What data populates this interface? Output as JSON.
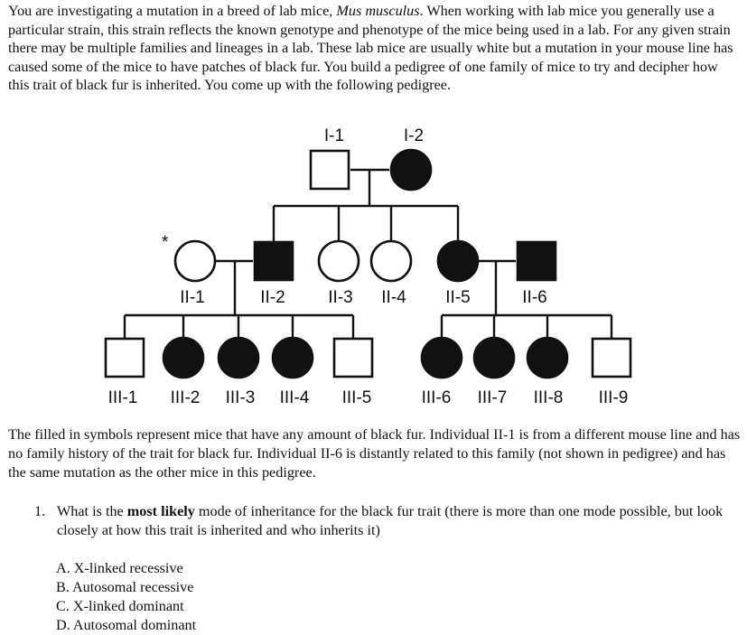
{
  "intro": {
    "part1": "You are investigating a mutation in a breed of lab mice, ",
    "species": "Mus musculus",
    "part2": ". When working with lab mice you generally use a particular strain, this strain reflects the known genotype and phenotype of the mice being used in a lab. For any given strain there may be multiple families and lineages in a lab. These lab mice are usually white but a mutation in your mouse line has caused some of the mice to have patches of black fur. You build a pedigree of one family of mice to try and decipher how this trait of black fur is inherited. You come up with the following pedigree."
  },
  "pedigree": {
    "star": "*",
    "individuals": [
      {
        "id": "I-1",
        "sex": "male",
        "affected": false
      },
      {
        "id": "I-2",
        "sex": "female",
        "affected": true
      },
      {
        "id": "II-1",
        "sex": "female",
        "affected": false
      },
      {
        "id": "II-2",
        "sex": "male",
        "affected": true
      },
      {
        "id": "II-3",
        "sex": "female",
        "affected": false
      },
      {
        "id": "II-4",
        "sex": "female",
        "affected": false
      },
      {
        "id": "II-5",
        "sex": "female",
        "affected": true
      },
      {
        "id": "II-6",
        "sex": "male",
        "affected": true
      },
      {
        "id": "III-1",
        "sex": "male",
        "affected": false
      },
      {
        "id": "III-2",
        "sex": "female",
        "affected": true
      },
      {
        "id": "III-3",
        "sex": "female",
        "affected": true
      },
      {
        "id": "III-4",
        "sex": "female",
        "affected": true
      },
      {
        "id": "III-5",
        "sex": "male",
        "affected": false
      },
      {
        "id": "III-6",
        "sex": "female",
        "affected": true
      },
      {
        "id": "III-7",
        "sex": "female",
        "affected": true
      },
      {
        "id": "III-8",
        "sex": "female",
        "affected": true
      },
      {
        "id": "III-9",
        "sex": "male",
        "affected": false
      }
    ]
  },
  "after_text": "The filled in symbols represent mice that have any amount of black fur. Individual II-1 is from a different mouse line and has no family history of the trait for black fur. Individual II-6 is distantly related to this family (not shown in pedigree) and has the same mutation as the other mice in this pedigree.",
  "question": {
    "number": "1.",
    "pre": "What is the ",
    "bold": "most likely",
    "post": " mode of inheritance for the black fur trait (there is more than one mode possible, but look closely at how this trait is inherited and who inherits it)"
  },
  "options": [
    "A.  X-linked recessive",
    "B.  Autosomal recessive",
    "C.  X-linked dominant",
    "D.  Autosomal dominant"
  ]
}
